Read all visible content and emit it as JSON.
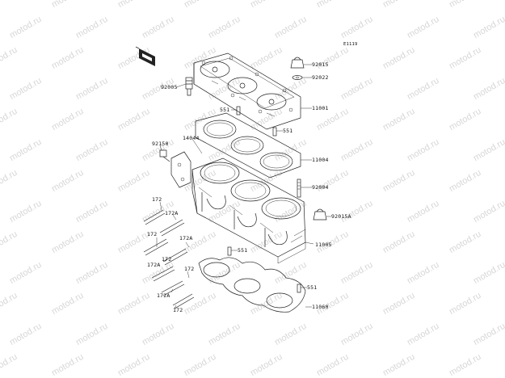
{
  "diagram": {
    "code": "E1119",
    "watermark": "motod.ru",
    "parts": {
      "p92015": "92015",
      "p92022": "92022",
      "p92005": "92005",
      "p11001": "11001",
      "p551a": "551",
      "p551b": "551",
      "p14044": "14044",
      "p92150": "92150",
      "p11004": "11004",
      "p92004": "92004",
      "p172a": "172",
      "p172Aa": "172A",
      "p92015A": "92015A",
      "p172b": "172",
      "p172Ab": "172A",
      "p11005": "11005",
      "p551c": "551",
      "p172c": "172",
      "p172d": "172",
      "p172Ac": "172A",
      "p172Ad": "172A",
      "p551d": "551",
      "p172e": "172",
      "p11060": "11060"
    }
  }
}
